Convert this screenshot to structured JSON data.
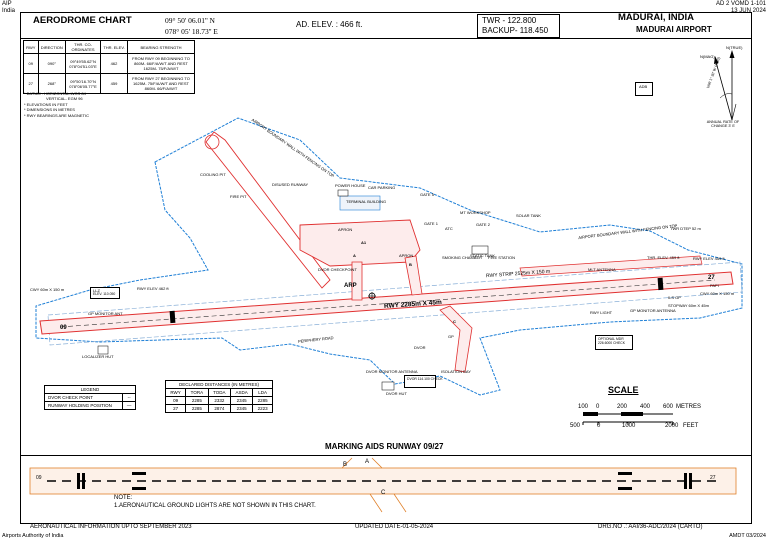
{
  "header": {
    "aip": "AIP",
    "country": "India",
    "ref_code": "AD 2 VOMD 1-101",
    "ref_date": "13 JUN 2024",
    "title": "AERODROME CHART",
    "coord_lat": "09° 50' 06.01'' N",
    "coord_lon": "078° 05' 18.73'' E",
    "elevation": "AD. ELEV. : 466 ft.",
    "twr": "TWR - 122.800",
    "backup": "BACKUP- 118.450",
    "city": "MADURAI, INDIA",
    "airport": "MADURAI AIRPORT"
  },
  "runway_table": {
    "headers": [
      "RWY",
      "DIRECTION",
      "THR. CO-ORDINATES",
      "THR. ELEV.",
      "BEARING STRENGTH"
    ],
    "rows": [
      [
        "09",
        "090°",
        "09°49'55.62\"N 078°04'51.03\"E",
        "462",
        "FROM RWY 09 BEGINNING TO 860M- 66/F/A/W/T AND REST 1625M- 75/F/A/W/T"
      ],
      [
        "27",
        "268°",
        "09°50'16.70\"N 078°06'05.77\"E",
        "459",
        "FROM RWY 27 BEGINNING TO 1625M- 75/F/A/W/T AND REST 860M- 66/F/A/W/T"
      ]
    ]
  },
  "notes": [
    "* DATUM : HORIZONTAL-WGS 84",
    "  VERTICAL- EGM 96",
    "* ELEVATIONS IN FEET",
    "* DIMENSIONS IN METRES",
    "* RWY BEARINGS ARE MAGNETIC"
  ],
  "north": {
    "ntrue": "N(TRUE)",
    "nmag": "N(MAG)",
    "var_text": "VAR 1° 30' W (2020)",
    "annual_rate": "ANNUAL RATE OF CHANGE 3' E",
    "adb": "ADB"
  },
  "labels": {
    "arp": "ARP",
    "runway_dim": "RWY 2285m X 45m",
    "runway_strip": "RWY STRIP 2525m X 150 m",
    "rwy09_num": "09",
    "rwy27_num": "27",
    "cooling_pit": "COOLING PIT",
    "fire_pit": "FIRE PIT",
    "disused_runway": "DISUSED RUNWAY",
    "power_house": "POWER HOUSE",
    "car_parking": "CAR PARKING",
    "gate5": "GATE 5",
    "terminal": "TERMINAL BUILDING",
    "apron1": "APRON",
    "apron2": "APRON",
    "gate1": "GATE 1",
    "gate2": "GATE 2",
    "atc": "ATC",
    "ifr_workshop": "MT WORKSHOP",
    "fire_station": "FIRE STATION",
    "smoking": "SMOKING CHAMBER",
    "static_tank": "STATIC TANK",
    "solar": "SOLAR TANK",
    "boundary_wall_n": "AIRPORT BOUNDARY WALL WITH FENCING ON TOP",
    "boundary_wall_nw": "AIRPORT BOUNDARY WALL WITH FENCING ON TOP",
    "dvor_cp": "DVOR CHECKPOINT",
    "twy_a": "A",
    "twy_a1": "A1",
    "twy_b": "B",
    "twy_c": "C",
    "llz": "LLZ",
    "llz_elev": "ELEV. 110.050",
    "cwy1": "CWY 60m X 150 m",
    "cwy2": "CWY 60m X 150 m",
    "rwy_elev1": "RWY ELEV 462 ft",
    "rwy_elev2": "RWY ELEV 459 ft",
    "tdz": "TWR DTEP 52 m",
    "thr_elev": "THR. ELEV. 459 ft",
    "glide": "GP MONITOR ANT",
    "loc_hut": "LOCALIZER HUT",
    "mlt_antenna": "MLT ANTENNA",
    "periphery": "PERIPHERY ROAD",
    "isolation": "ISOLATION BAY",
    "dvor_mon": "DVOR MONITOR ANTENNA",
    "dvor_hut": "DVOR HUT",
    "dme": "DVOR 114.100 CHECK",
    "optional": "OPTIONAL MDR 226.6000 CHECK",
    "gp_monitor": "GP MONITOR ANTENNA",
    "stopway": "STOPWAY 60m X 45m",
    "rwy_light": "RWY LIGHT",
    "ils_gp": "ILS GP",
    "papi": "PAPI",
    "dvor": "DVOR",
    "gp": "GP"
  },
  "legend": {
    "title": "LEGEND",
    "items": [
      {
        "label": "DVOR CHECK POINT",
        "symbol": "--"
      },
      {
        "label": "RUNWAY HOLDING POSITION",
        "symbol": "—"
      }
    ]
  },
  "declared": {
    "title": "DECLARED DISTANCES (IN METRES)",
    "headers": [
      "RWY",
      "TORA",
      "TODA",
      "ASDA",
      "LDA"
    ],
    "rows": [
      [
        "09",
        "2285",
        "2332",
        "2345",
        "2285"
      ],
      [
        "27",
        "2285",
        "2874",
        "2345",
        "2223"
      ]
    ]
  },
  "scale": {
    "title": "SCALE",
    "metres_ticks": [
      "100",
      "0",
      "200",
      "400",
      "600"
    ],
    "metres_unit": "METRES",
    "feet_ticks": [
      "500",
      "0",
      "1000",
      "2000"
    ],
    "feet_unit": "FEET"
  },
  "marking": {
    "title": "MARKING AIDS RUNWAY 09/27",
    "note_head": "NOTE:",
    "note": "1.AERONAUTICAL GROUND LIGHTS ARE NOT SHOWN IN THIS CHART.",
    "twy_a": "A",
    "twy_b": "B",
    "twy_c": "C",
    "num09": "09",
    "num27": "27"
  },
  "footer": {
    "info": "AERONAUTICAL INFORMATION UPTO SEPTEMBER 2023",
    "updated": "UPDATED DATE-01-05-2024",
    "drg": "DRG.NO .: AAI/36-ADC/2024 (CARTO)",
    "authority": "Airports Authority of India",
    "amdt": "AMDT 03/2024"
  },
  "colors": {
    "runway": "#e03030",
    "boundary": "#1e7fd6",
    "strip": "#8ab0d8"
  }
}
